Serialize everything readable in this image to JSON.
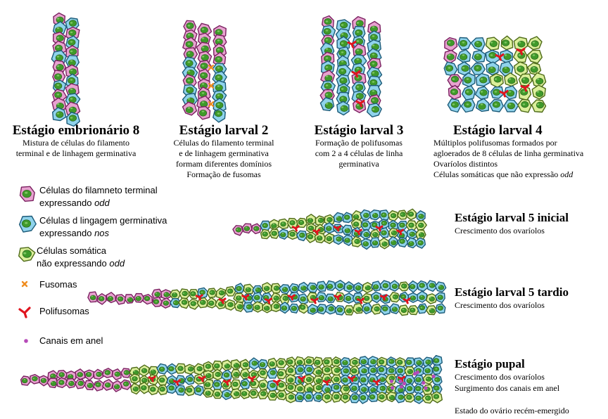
{
  "colors": {
    "terminal_fill": "#e8a2d0",
    "terminal_stroke": "#7a2060",
    "germ_fill": "#8fd3ec",
    "germ_stroke": "#1c5a78",
    "somatic_fill": "#dbef9a",
    "somatic_stroke": "#4e6a18",
    "nucleus": "#3f9a2a",
    "fusome": "#f08c1e",
    "polyfusome": "#e0141e",
    "ring_canal": "#b64ab8"
  },
  "top_stages": [
    {
      "title": "Estágio embrionário 8",
      "lines": [
        "Mistura de células do filamento",
        "terminal e de linhagem germinativa"
      ]
    },
    {
      "title": "Estágio larval 2",
      "lines": [
        "Células do filamento terminal",
        "e de linhagem germinativa",
        "formam diferentes domínios",
        "Formação de fusomas"
      ]
    },
    {
      "title": "Estágio larval 3",
      "lines": [
        "Formação de polifusomas",
        "com 2 a 4 células de linha",
        "germinativa"
      ]
    },
    {
      "title": "Estágio larval 4",
      "lines": [
        "Múltiplos polifusomas formados por",
        "agloerados de 8 células de linha germinativa",
        "Ovaríolos distintos"
      ],
      "last_line_prefix": "Células somáticas que não expressão ",
      "last_line_italic": "odd"
    }
  ],
  "legend": [
    {
      "icon": "terminal-cell-icon",
      "line1": "Células do filamneto terminal",
      "line2_prefix": "expressando ",
      "line2_italic": "odd"
    },
    {
      "icon": "germline-cell-icon",
      "line1": "Células d lingagem germinativa",
      "line2_prefix": "expressando ",
      "line2_italic": "nos"
    },
    {
      "icon": "somatic-cell-icon",
      "line1": "Células somática",
      "line2_prefix": "não expressando ",
      "line2_italic": "odd"
    },
    {
      "icon": "fusome-icon",
      "label": "Fusomas"
    },
    {
      "icon": "polyfusome-icon",
      "label": "Polifusomas"
    },
    {
      "icon": "ring-canal-icon",
      "label": "Canais em anel"
    }
  ],
  "bottom_stages": [
    {
      "title": "Estágio larval 5 inicial",
      "lines": [
        "Crescimento dos ovaríolos"
      ]
    },
    {
      "title": "Estágio larval 5 tardio",
      "lines": [
        "Crescimento dos ovaríolos"
      ]
    },
    {
      "title": "Estágio pupal",
      "lines": [
        "Crescimento dos ovaríolos",
        "Surgimento dos canais em anel",
        "",
        "Estado do ovário recém-emergido"
      ]
    }
  ]
}
